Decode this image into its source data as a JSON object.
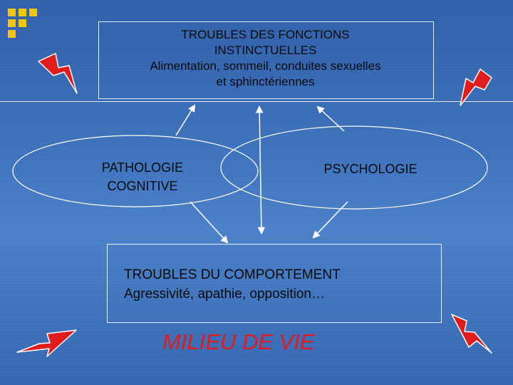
{
  "top_box": {
    "line1": "TROUBLES DES FONCTIONS",
    "line2": "INSTINCTUELLES",
    "line3": "Alimentation, sommeil, conduites sexuelles",
    "line4": "et sphinctériennes"
  },
  "left_ellipse": {
    "line1": "PATHOLOGIE",
    "line2": "COGNITIVE"
  },
  "right_ellipse": {
    "label": "PSYCHOLOGIE"
  },
  "bottom_box": {
    "line1": "TROUBLES DU COMPORTEMENT",
    "line2": "Agressivité, apathie, opposition…"
  },
  "footer": {
    "label": "MILIEU DE VIE"
  },
  "colors": {
    "background": "#3d72bd",
    "accent_squares": "#f2c600",
    "lightning": "#e01c1c",
    "footer_text": "#e01c1c"
  },
  "icons": [
    "lightning-bolt-icon",
    "lightning-bolt-icon",
    "lightning-bolt-icon",
    "lightning-bolt-icon"
  ]
}
